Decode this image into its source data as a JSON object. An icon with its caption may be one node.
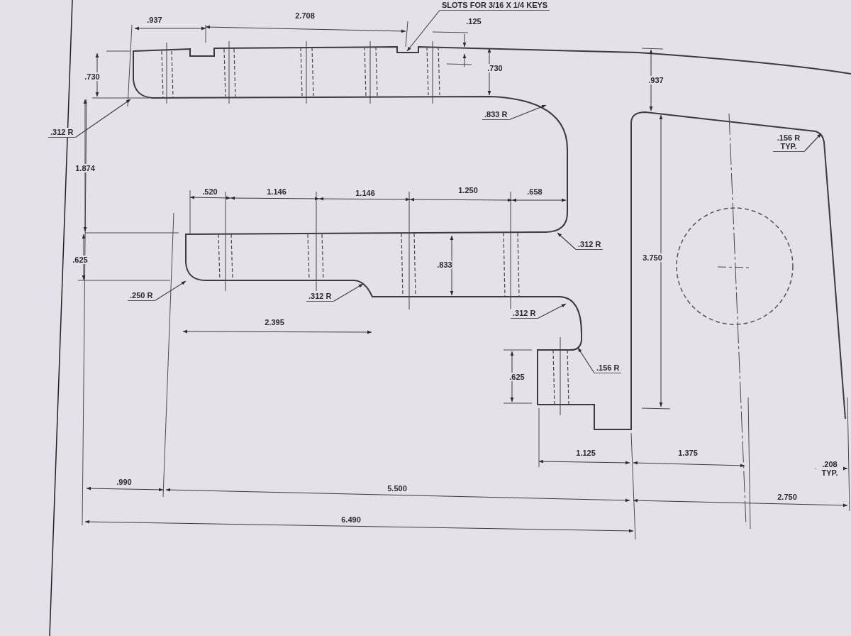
{
  "diagram": {
    "nodes": [
      {
        "text": [
          ".312 R"
        ]
      },
      {
        "text": [
          ".833 R"
        ]
      },
      {
        "text": [
          ".312 R"
        ]
      },
      {
        "text": [
          ".250 R"
        ]
      },
      {
        "text": [
          ".312 R"
        ]
      },
      {
        "text": [
          ".312 R"
        ]
      },
      {
        "text": [
          ".156 R"
        ]
      },
      {
        "text": [
          ".156 R TYP."
        ]
      },
      {
        "text": [
          "SLOTS FOR 3/16 X 1/4 KEYS"
        ]
      }
    ],
    "edges": [
      {
        "from": 0,
        "to": null,
        "arrow": "to"
      },
      {
        "from": 1,
        "to": null,
        "arrow": "to"
      },
      {
        "from": 2,
        "to": null,
        "arrow": "to"
      },
      {
        "from": 3,
        "to": null,
        "arrow": "to"
      },
      {
        "from": 4,
        "to": null,
        "arrow": "to"
      },
      {
        "from": 5,
        "to": null,
        "arrow": "to"
      },
      {
        "from": 6,
        "to": null,
        "arrow": "to"
      },
      {
        "from": 7,
        "to": null,
        "arrow": "to"
      },
      {
        "from": 8,
        "to": null,
        "arrow": "to"
      }
    ],
    "labels": [
      ".937",
      "2.708",
      ".125",
      ".730",
      ".730",
      ".937",
      "1.874",
      ".520",
      "1.146",
      "1.146",
      "1.250",
      ".658",
      ".625",
      ".833",
      "3.750",
      "2.395",
      ".625",
      "1.125",
      "1.375",
      ".208 TYP.",
      ".990",
      "5.500",
      "2.750",
      "6.490"
    ]
  }
}
